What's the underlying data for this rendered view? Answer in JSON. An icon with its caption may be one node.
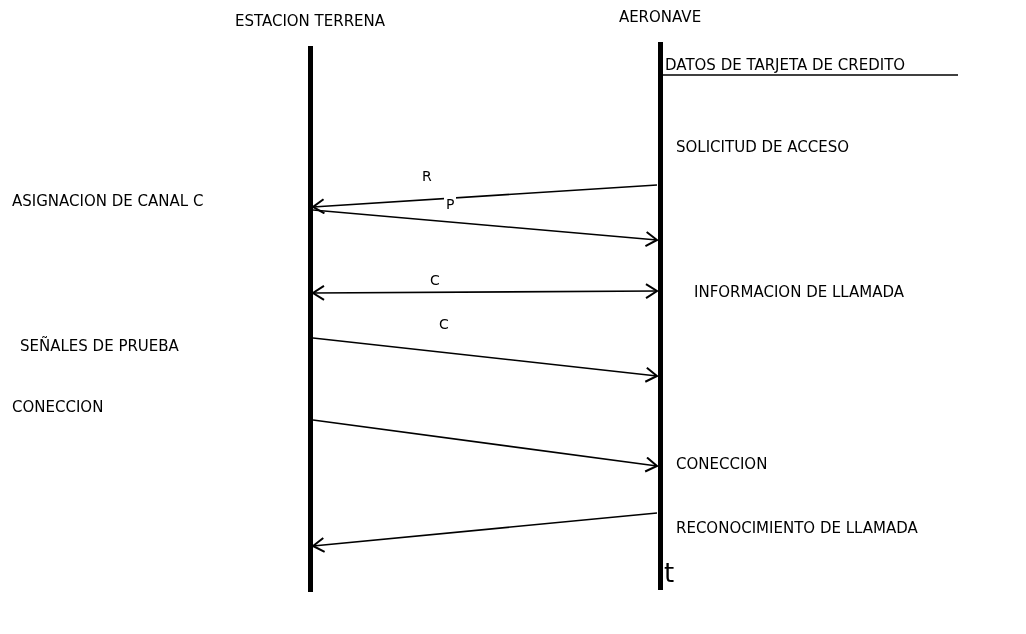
{
  "diagram": {
    "nodes": [
      {
        "text": [
          "ESTACION TERRENA"
        ]
      },
      {
        "text": [
          "AERONAVE"
        ]
      }
    ],
    "edges": [
      {
        "from": 1,
        "to": 0,
        "arrow": "to",
        "label": "R"
      },
      {
        "from": 0,
        "to": 1,
        "arrow": "to",
        "label": "P"
      },
      {
        "from": 0,
        "to": 1,
        "arrow": "both",
        "label": "C"
      },
      {
        "from": 0,
        "to": 1,
        "arrow": "to",
        "label": "C"
      },
      {
        "from": 0,
        "to": 1,
        "arrow": "to"
      },
      {
        "from": 1,
        "to": 0,
        "arrow": "to"
      }
    ],
    "labels": [
      "DATOS DE TARJETA DE CREDITO",
      "SOLICITUD DE ACCESO",
      "ASIGNACION DE CANAL C",
      "INFORMACION DE LLAMADA",
      "SEÑALES DE PRUEBA",
      "CONECCION",
      "CONECCION",
      "RECONOCIMIENTO DE LLAMADA",
      "t"
    ]
  }
}
